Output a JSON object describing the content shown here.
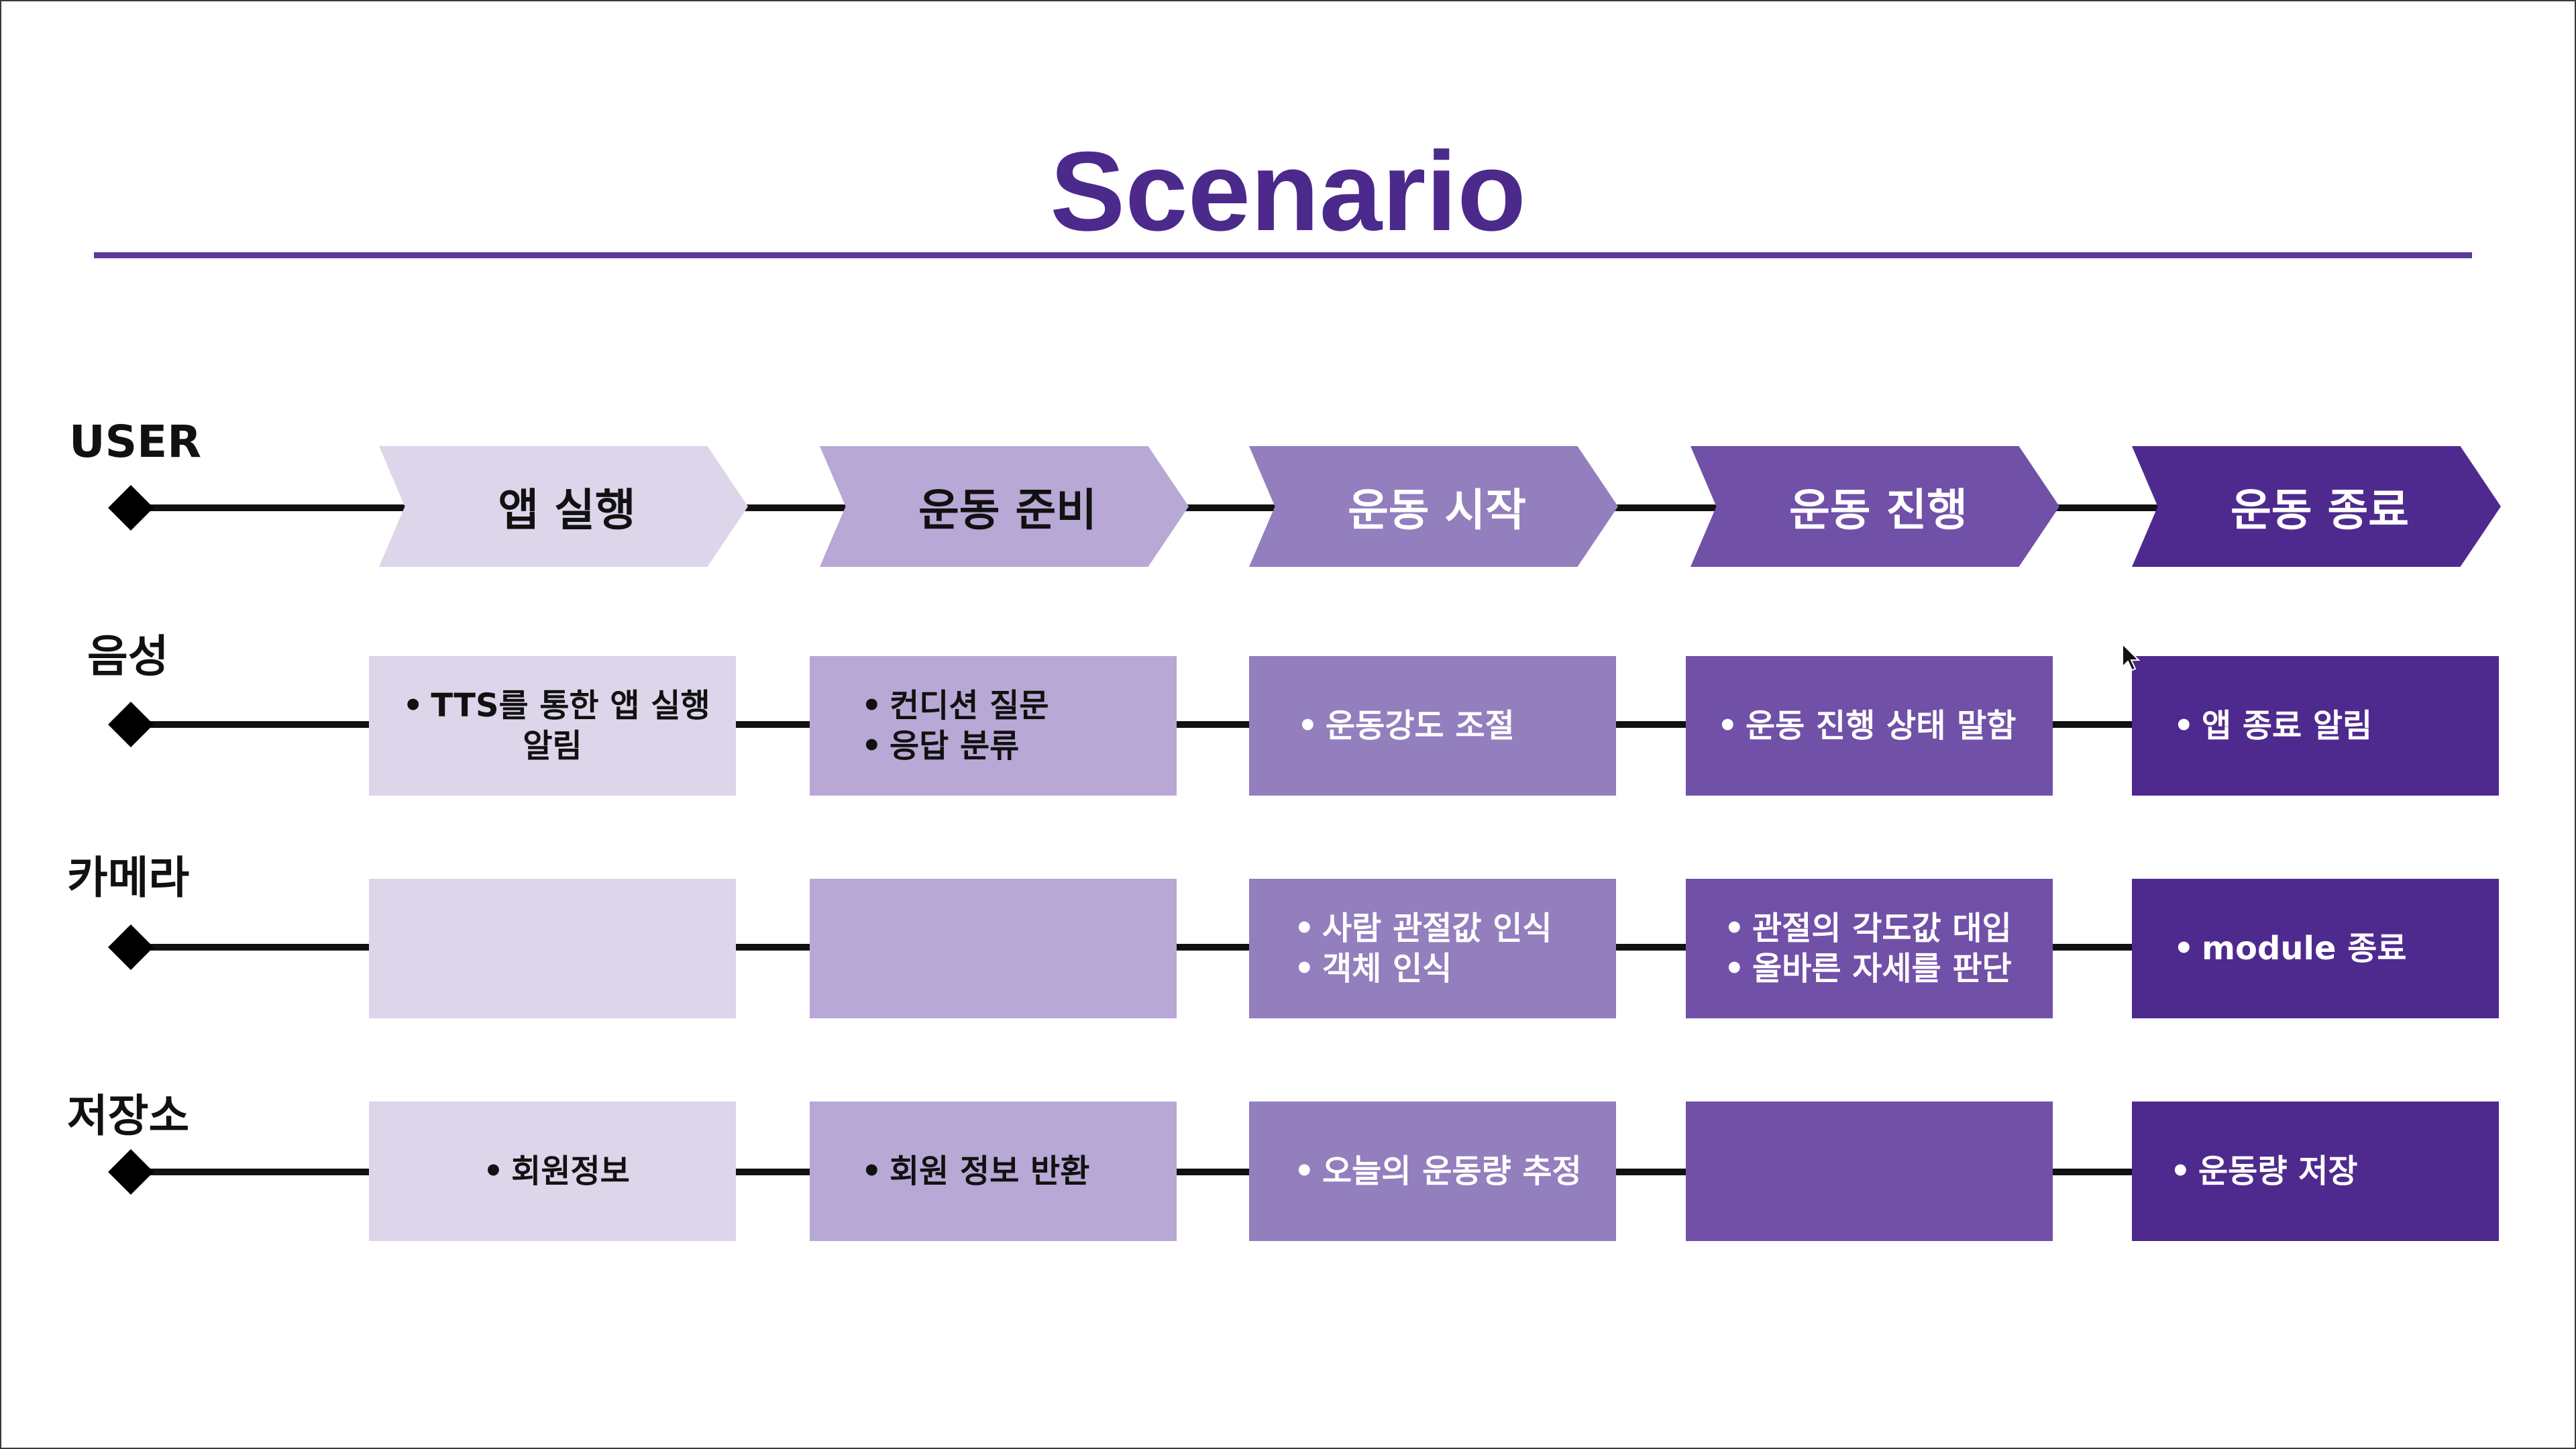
{
  "title": "Scenario",
  "lanes": {
    "user": "USER",
    "voice": "음성",
    "camera": "카메라",
    "storage": "저장소"
  },
  "steps": [
    "앱 실행",
    "운동 준비",
    "운동 시작",
    "운동 진행",
    "운동 종료"
  ],
  "voice": [
    {
      "items": [
        "TTS를 통한  앱 실행"
      ],
      "continuation": "알림"
    },
    {
      "items": [
        "컨디션 질문",
        "응답 분류"
      ]
    },
    {
      "items": [
        "운동강도 조절"
      ]
    },
    {
      "items": [
        "운동 진행 상태 말함"
      ]
    },
    {
      "items": [
        "앱 종료 알림"
      ]
    }
  ],
  "camera": [
    {
      "items": []
    },
    {
      "items": []
    },
    {
      "items": [
        "사람 관절값 인식",
        "객체 인식"
      ]
    },
    {
      "items": [
        "관절의 각도값 대입",
        "올바른 자세를 판단"
      ]
    },
    {
      "items": [
        "module 종료"
      ]
    }
  ],
  "storage": [
    {
      "items": [
        "회원정보"
      ]
    },
    {
      "items": [
        "회원 정보 반환"
      ]
    },
    {
      "items": [
        "오늘의 운동량 추정"
      ]
    },
    {
      "items": []
    },
    {
      "items": [
        "운동량 저장"
      ]
    }
  ],
  "colors": {
    "title": "#4b2a8c",
    "stage1": "#ddd5ea",
    "stage2": "#b8a8d5",
    "stage3": "#937ebe",
    "stage4": "#7150a8",
    "stage5": "#4f2a8e"
  }
}
